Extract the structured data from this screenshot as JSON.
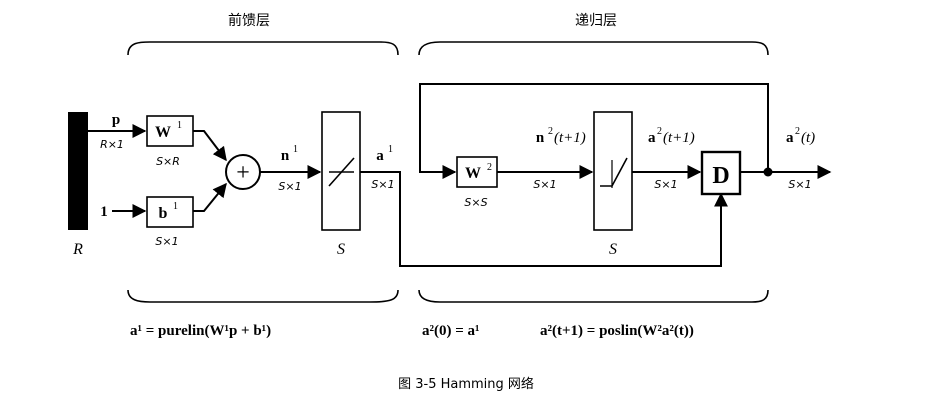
{
  "headers": {
    "feedforward": "前馈层",
    "recurrent": "递归层"
  },
  "blocks": {
    "input_bar_label": "R",
    "W1": {
      "main": "W",
      "sup": "1",
      "dim": "S×R"
    },
    "b1": {
      "main": "b",
      "sup": "1",
      "dim": "S×1"
    },
    "sum_symbol": "+",
    "transfer1_label": "S",
    "W2": {
      "main": "W",
      "sup": "2",
      "dim": "S×S"
    },
    "transfer2_label": "S",
    "delay": "D"
  },
  "signals": {
    "p": {
      "name": "p",
      "dim": "R×1"
    },
    "one": {
      "name": "1"
    },
    "n1": {
      "name": "n",
      "sup": "1",
      "dim": "S×1"
    },
    "a1": {
      "name": "a",
      "sup": "1",
      "dim": "S×1"
    },
    "n2": {
      "name": "n",
      "sup": "2",
      "arg": "(t+1)",
      "dim": "S×1"
    },
    "a2next": {
      "name": "a",
      "sup": "2",
      "arg": "(t+1)",
      "dim": "S×1"
    },
    "a2t": {
      "name": "a",
      "sup": "2",
      "arg": "(t)",
      "dim": "S×1"
    }
  },
  "equations": {
    "eq1": "a¹ = purelin(W¹p + b¹)",
    "eq2": "a²(0) = a¹",
    "eq3": "a²(t+1) = poslin(W²a²(t))"
  },
  "caption": "图 3-5   Hamming 网络"
}
